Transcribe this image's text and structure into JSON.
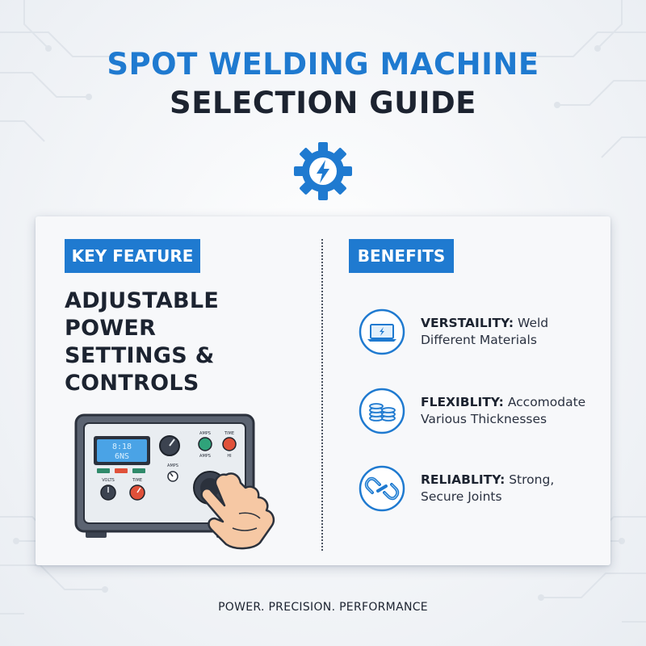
{
  "header": {
    "title_line1": "SPOT WELDING MACHINE",
    "title_line2": "SELECTION GUIDE"
  },
  "icons": {
    "logo": "gear-lightning-icon",
    "benefit1": "laptop-icon",
    "benefit2": "coin-stack-icon",
    "benefit3": "chain-link-icon"
  },
  "colors": {
    "accent": "#1f7ad0",
    "dark": "#1c2330",
    "card": "#f7f8fa"
  },
  "feature": {
    "tag": "KEY FEATURE",
    "title_lines": [
      "ADJUSTABLE",
      "POWER",
      "SETTINGS &",
      "CONTROLS"
    ]
  },
  "machine_panel": {
    "display_lines": [
      "8:18",
      "6NS"
    ],
    "labels": {
      "amps_top": "AMPS",
      "time_top": "TIME",
      "amps_green": "AMPS",
      "hi": "HI",
      "amps_mid": "AMPS",
      "volts": "VOLTS",
      "time_bottom": "TIME"
    }
  },
  "benefits": {
    "tag": "BENEFITS",
    "items": [
      {
        "title": "VERSTAILITY:",
        "desc_line1": "Weld",
        "desc_line2": "Different Materials"
      },
      {
        "title": "FLEXIBLITY:",
        "desc_line1": "Accomodate",
        "desc_line2": "Various Thicknesses"
      },
      {
        "title": "RELIABLITY:",
        "desc_line1": "Strong,",
        "desc_line2": "Secure Joints"
      }
    ]
  },
  "footer": {
    "tagline": "POWER. PRECISION. PERFORMANCE"
  }
}
